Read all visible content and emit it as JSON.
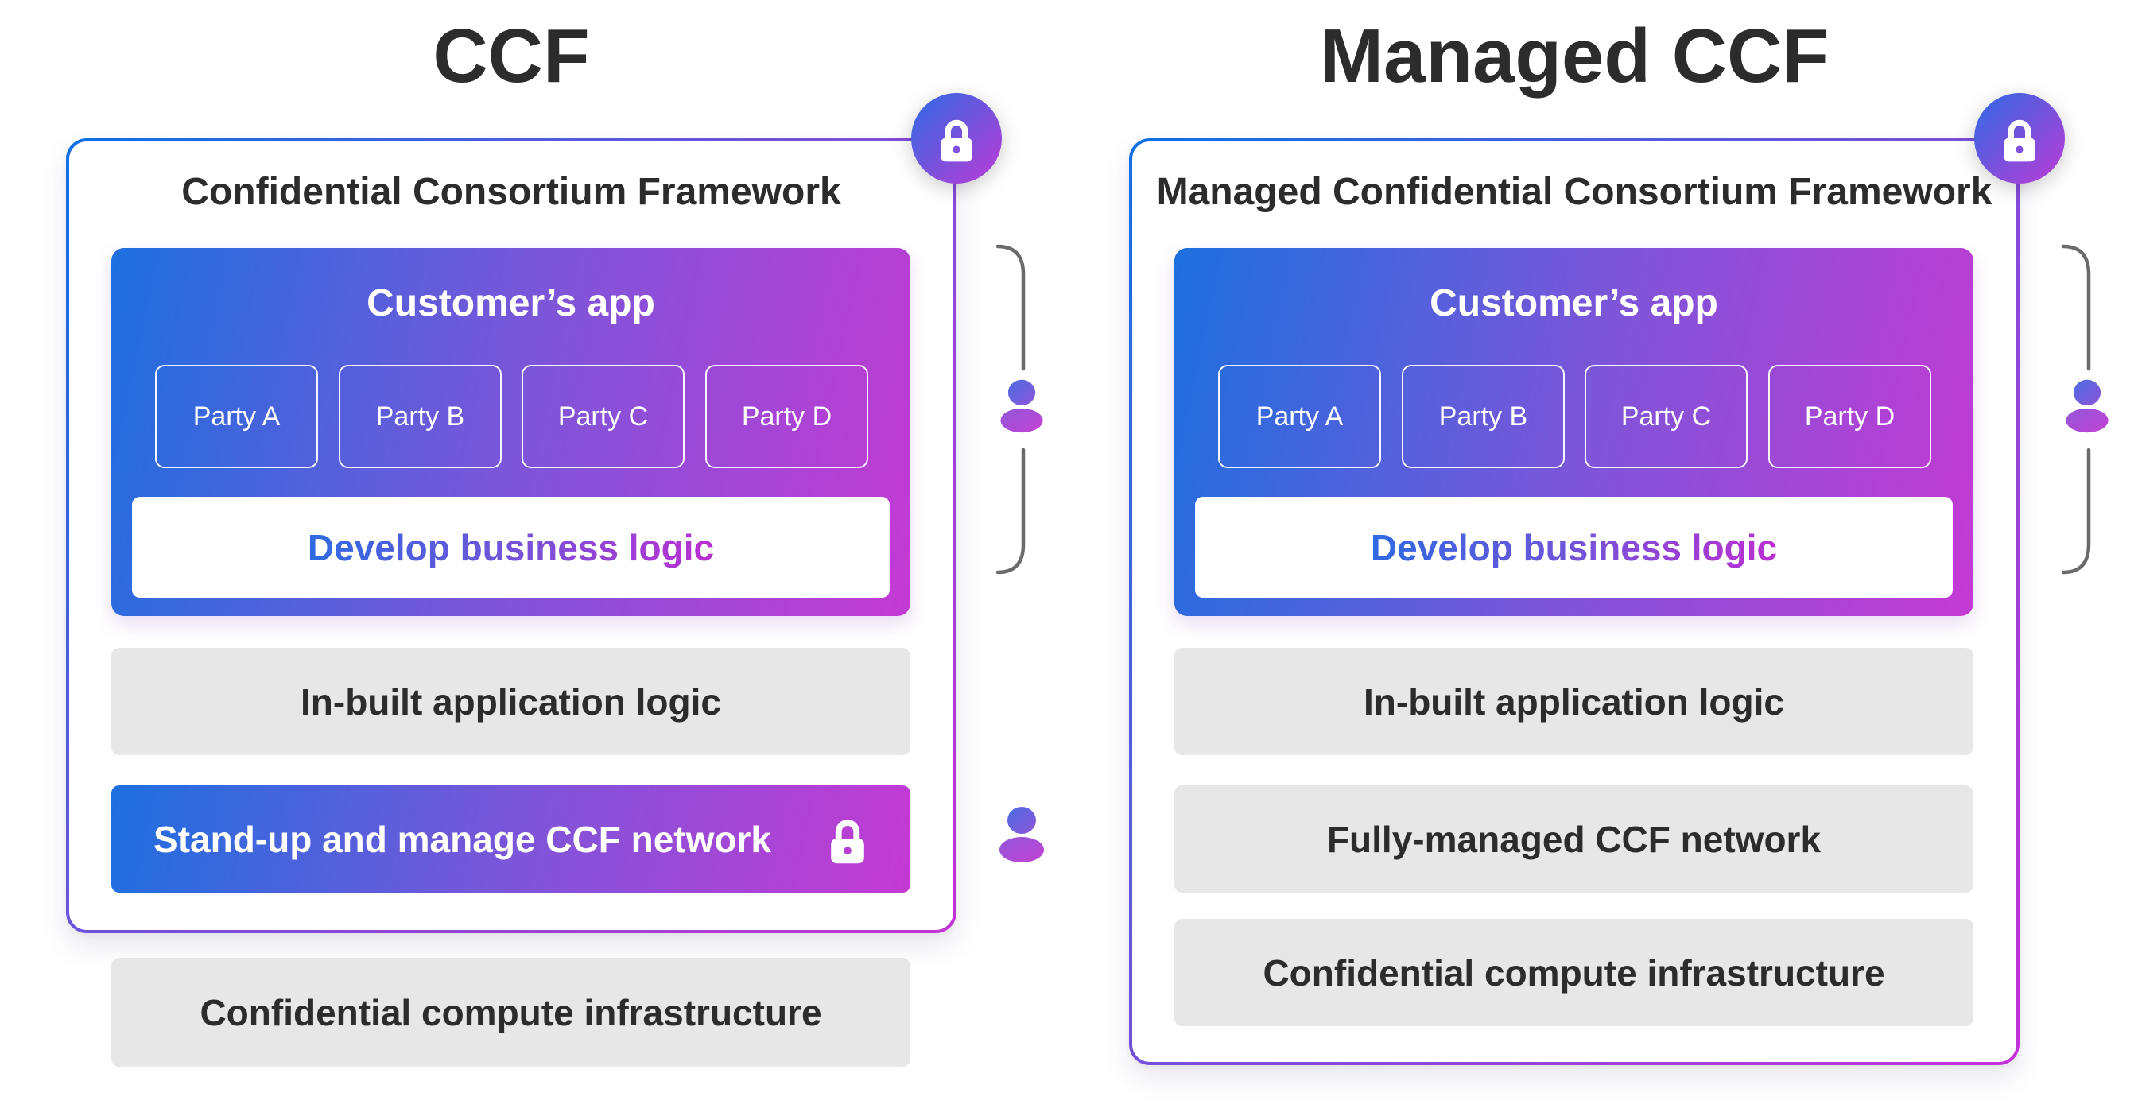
{
  "left": {
    "title": "CCF",
    "heading": "Confidential Consortium Framework",
    "customer_app": {
      "title": "Customer’s app",
      "parties": [
        "Party A",
        "Party B",
        "Party C",
        "Party D"
      ],
      "develop": "Develop business logic"
    },
    "row_inbuilt": "In-built application logic",
    "row_network": "Stand-up and manage CCF network",
    "row_infra": "Confidential compute infrastructure"
  },
  "right": {
    "title": "Managed CCF",
    "heading": "Managed Confidential Consortium Framework",
    "customer_app": {
      "title": "Customer’s app",
      "parties": [
        "Party A",
        "Party B",
        "Party C",
        "Party D"
      ],
      "develop": "Develop business logic"
    },
    "row_inbuilt": "In-built application logic",
    "row_network": "Fully-managed CCF network",
    "row_infra": "Confidential compute infrastructure"
  },
  "icons": {
    "lock": "lock-icon",
    "person": "person-icon",
    "bracket": "scope-bracket"
  },
  "colors": {
    "accent_blue": "#1d6fdf",
    "accent_purple": "#7e55d9",
    "accent_magenta": "#c43ad3",
    "border_blue": "#0f70e6",
    "border_magenta": "#c332d6",
    "develop_text_start": "#2e6ae3",
    "develop_text_end": "#bb2fd0",
    "row_gray": "#e7e7e7",
    "text_dark": "#2c2c2c",
    "bracket_gray": "#6a6a6a",
    "white": "#ffffff"
  }
}
